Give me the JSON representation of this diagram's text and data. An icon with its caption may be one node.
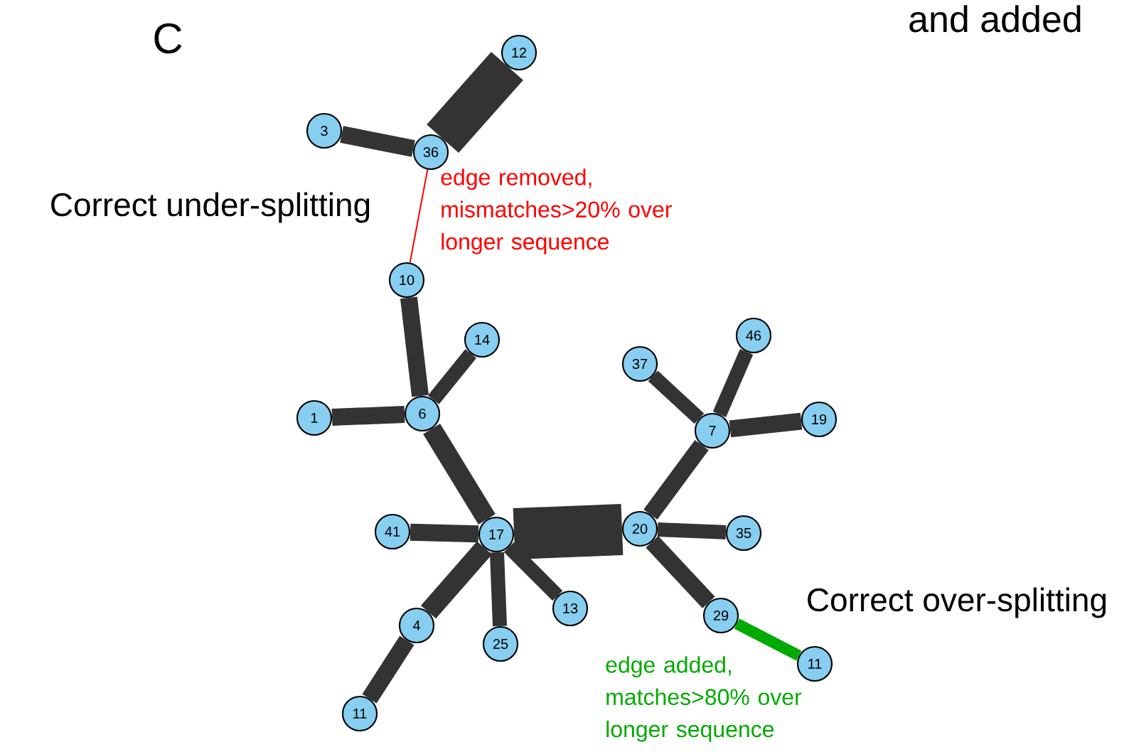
{
  "diagram": {
    "nodes": [
      {
        "text": [
          "12"
        ]
      },
      {
        "text": [
          "3"
        ]
      },
      {
        "text": [
          "36"
        ]
      },
      {
        "text": [
          "10"
        ]
      },
      {
        "text": [
          "14"
        ]
      },
      {
        "text": [
          "1"
        ]
      },
      {
        "text": [
          "6"
        ]
      },
      {
        "text": [
          "37"
        ]
      },
      {
        "text": [
          "46"
        ]
      },
      {
        "text": [
          "7"
        ]
      },
      {
        "text": [
          "19"
        ]
      },
      {
        "text": [
          "41"
        ]
      },
      {
        "text": [
          "17"
        ]
      },
      {
        "text": [
          "20"
        ]
      },
      {
        "text": [
          "35"
        ]
      },
      {
        "text": [
          "29"
        ]
      },
      {
        "text": [
          "4"
        ]
      },
      {
        "text": [
          "25"
        ]
      },
      {
        "text": [
          "13"
        ]
      },
      {
        "text": [
          "11"
        ]
      },
      {
        "text": [
          "11"
        ]
      }
    ],
    "edges": [
      {
        "from": 2,
        "to": 0,
        "arrow": "none",
        "style": "thick"
      },
      {
        "from": 1,
        "to": 2,
        "arrow": "none"
      },
      {
        "from": 2,
        "to": 3,
        "arrow": "none",
        "color": "#ff0000",
        "label": "edge removed, mismatches>20% over longer sequence"
      },
      {
        "from": 3,
        "to": 6,
        "arrow": "none"
      },
      {
        "from": 4,
        "to": 6,
        "arrow": "none"
      },
      {
        "from": 5,
        "to": 6,
        "arrow": "none"
      },
      {
        "from": 6,
        "to": 12,
        "arrow": "none"
      },
      {
        "from": 11,
        "to": 12,
        "arrow": "none"
      },
      {
        "from": 12,
        "to": 13,
        "arrow": "none",
        "style": "thick"
      },
      {
        "from": 12,
        "to": 16,
        "arrow": "none"
      },
      {
        "from": 16,
        "to": 19,
        "arrow": "none"
      },
      {
        "from": 12,
        "to": 17,
        "arrow": "none"
      },
      {
        "from": 12,
        "to": 18,
        "arrow": "none"
      },
      {
        "from": 13,
        "to": 9,
        "arrow": "none"
      },
      {
        "from": 7,
        "to": 9,
        "arrow": "none"
      },
      {
        "from": 8,
        "to": 9,
        "arrow": "none"
      },
      {
        "from": 9,
        "to": 10,
        "arrow": "none"
      },
      {
        "from": 13,
        "to": 14,
        "arrow": "none"
      },
      {
        "from": 13,
        "to": 15,
        "arrow": "none"
      },
      {
        "from": 15,
        "to": 20,
        "arrow": "none",
        "color": "#00aa00",
        "label": "edge added, matches>80% over longer sequence"
      }
    ],
    "labels": [
      "and added",
      "C",
      "Correct under-splitting",
      "Correct over-splitting"
    ]
  }
}
